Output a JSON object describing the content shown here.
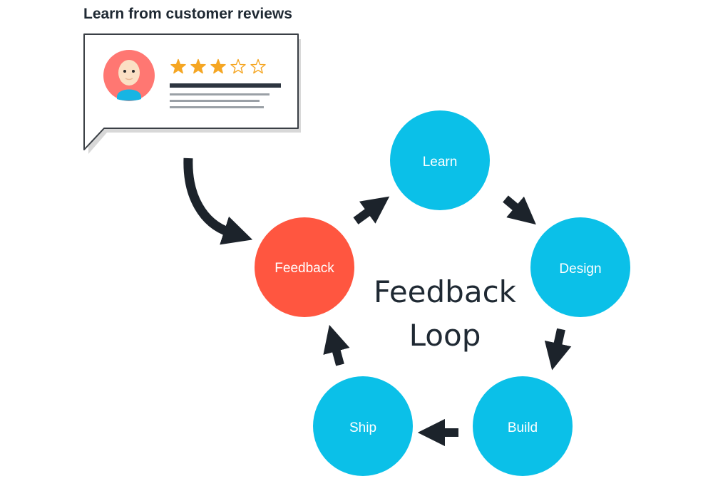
{
  "heading": "Learn from customer reviews",
  "review_card": {
    "rating": 3,
    "max_rating": 5
  },
  "nodes": {
    "feedback": "Feedback",
    "learn": "Learn",
    "design": "Design",
    "build": "Build",
    "ship": "Ship"
  },
  "center_title": {
    "line1": "Feedback",
    "line2": "Loop"
  },
  "colors": {
    "node_blue": "#0bc0e8",
    "node_red": "#ff5640",
    "arrow": "#1c232b",
    "star": "#f5a623",
    "avatar_bg": "#ff7772",
    "avatar_face": "#fbe0c4",
    "avatar_shirt": "#17b5e3"
  }
}
